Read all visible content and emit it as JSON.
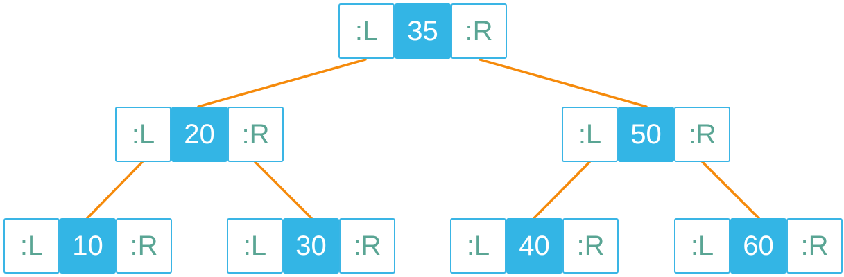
{
  "tree": {
    "colors": {
      "edge": "#f58a0b",
      "key_fill": "#33b5e5",
      "pointer_border": "#3ab5e5",
      "pointer_text": "#5aa594",
      "key_text": "#ffffff"
    },
    "nodes": [
      {
        "id": "n35",
        "left": ":L",
        "key": "35",
        "right": ":R"
      },
      {
        "id": "n20",
        "left": ":L",
        "key": "20",
        "right": ":R"
      },
      {
        "id": "n50",
        "left": ":L",
        "key": "50",
        "right": ":R"
      },
      {
        "id": "n10",
        "left": ":L",
        "key": "10",
        "right": ":R"
      },
      {
        "id": "n30",
        "left": ":L",
        "key": "30",
        "right": ":R"
      },
      {
        "id": "n40",
        "left": ":L",
        "key": "40",
        "right": ":R"
      },
      {
        "id": "n60",
        "left": ":L",
        "key": "60",
        "right": ":R"
      }
    ],
    "edges": [
      {
        "from": "n35",
        "side": "left",
        "to": "n20"
      },
      {
        "from": "n35",
        "side": "right",
        "to": "n50"
      },
      {
        "from": "n20",
        "side": "left",
        "to": "n10"
      },
      {
        "from": "n20",
        "side": "right",
        "to": "n30"
      },
      {
        "from": "n50",
        "side": "left",
        "to": "n40"
      },
      {
        "from": "n50",
        "side": "right",
        "to": "n60"
      }
    ]
  }
}
